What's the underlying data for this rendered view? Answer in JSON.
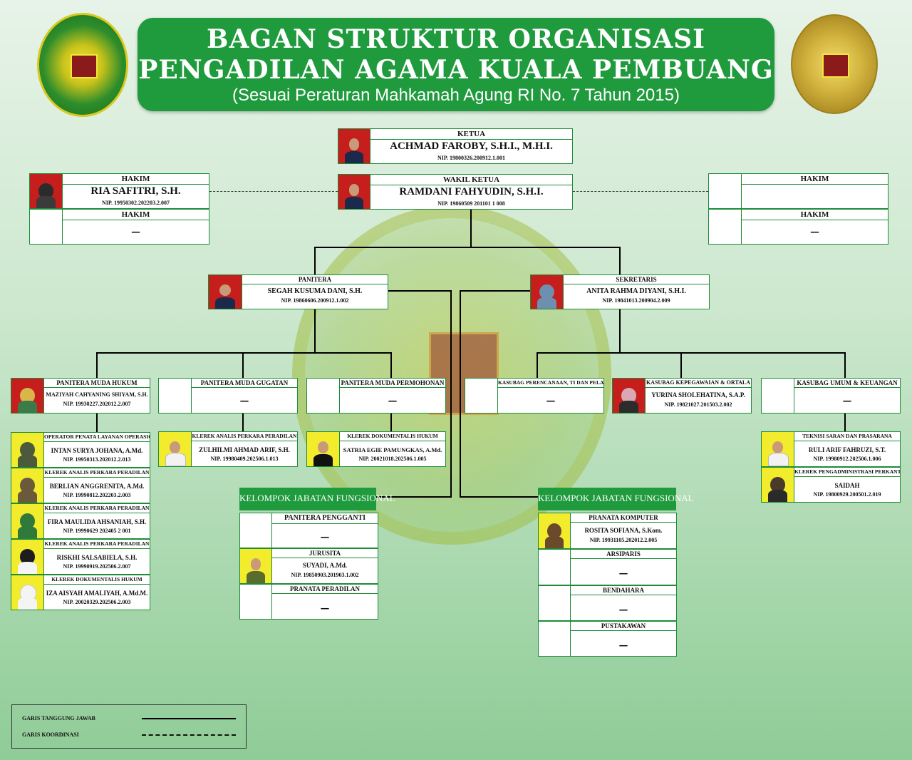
{
  "header": {
    "title_line1": "BAGAN STRUKTUR ORGANISASI",
    "title_line2": "PENGADILAN AGAMA KUALA PEMBUANG",
    "subtitle": "(Sesuai Peraturan Mahkamah Agung RI No. 7 Tahun 2015)"
  },
  "ketua": {
    "role": "KETUA",
    "name": "ACHMAD FAROBY, S.H.I., M.H.I.",
    "nip": "NIP. 19800326.200912.1.001"
  },
  "wakil": {
    "role": "WAKIL KETUA",
    "name": "RAMDANI FAHYUDIN, S.H.I.",
    "nip": "NIP. 19860509 201101 1 008"
  },
  "hakim_left": [
    {
      "role": "HAKIM",
      "name": "RIA SAFITRI, S.H.",
      "nip": "NIP. 19950302.202203.2.007"
    },
    {
      "role": "HAKIM",
      "name": "–"
    }
  ],
  "hakim_right": [
    {
      "role": "HAKIM",
      "name": ""
    },
    {
      "role": "HAKIM",
      "name": "–"
    }
  ],
  "panitera": {
    "role": "PANITERA",
    "name": "SEGAH KUSUMA DANI, S.H.",
    "nip": "NIP. 19860606.200912.1.002"
  },
  "sekretaris": {
    "role": "SEKRETARIS",
    "name": "ANITA RAHMA DIYANI, S.H.I.",
    "nip": "NIP. 19841013.200904.2.009"
  },
  "pm_hukum": {
    "role": "PANITERA MUDA HUKUM",
    "name": "MAZIYAH CAHYANING SHIYAM, S.H.",
    "nip": "NIP. 19930227.202012.2.007"
  },
  "pm_gugatan": {
    "role": "PANITERA MUDA GUGATAN",
    "name": "–"
  },
  "pm_permohonan": {
    "role": "PANITERA MUDA PERMOHONAN",
    "name": "–"
  },
  "kasubag_ptip": {
    "role": "KASUBAG PERENCANAAN, TI DAN PELAPORAN",
    "name": "–"
  },
  "kasubag_kepeg": {
    "role": "KASUBAG KEPEGAWAIAN & ORTALA",
    "name": "YURINA SHOLEHATINA, S.A.P.",
    "nip": "NIP. 19821027.201503.2.002"
  },
  "kasubag_umum": {
    "role": "KASUBAG UMUM & KEUANGAN",
    "name": "–"
  },
  "staff_hukum": [
    {
      "role": "OPERATOR PENATA LAYANAN OPERASIONAL",
      "name": "INTAN SURYA JOHANA, A.Md.",
      "nip": "NIP. 19950313.202012.2.013"
    },
    {
      "role": "KLEREK ANALIS PERKARA PERADILAN",
      "name": "BERLIAN ANGGRENITA, A.Md.",
      "nip": "NIP. 19990812.202203.2.003"
    },
    {
      "role": "KLEREK ANALIS PERKARA PERADILAN",
      "name": "FIRA MAULIDA AHSANIAH, S.H.",
      "nip": "NIP. 19990629 202405 2 001"
    },
    {
      "role": "KLEREK ANALIS PERKARA PERADILAN",
      "name": "RISKHI SALSABIELA, S.H.",
      "nip": "NIP. 19990919.202506.2.007"
    },
    {
      "role": "KLEREK DOKUMENTALIS HUKUM",
      "name": "IZA AISYAH AMALIYAH, A.Md.M.",
      "nip": "NIP. 20020329.202506.2.003"
    }
  ],
  "staff_gugatan": {
    "role": "KLEREK ANALIS PERKARA PERADILAN",
    "name": "ZULHILMI AHMAD ARIF, S.H.",
    "nip": "NIP. 19980409.202506.1.013"
  },
  "staff_permohonan": {
    "role": "KLEREK DOKUMENTALIS HUKUM",
    "name": "SATRIA EGIE PAMUNGKAS, A.Md.",
    "nip": "NIP. 20021018.202506.1.005"
  },
  "staff_umum": [
    {
      "role": "TEKNISI SARAN DAN PRASARANA",
      "name": "RULI ARIF FAHRUZI, S.T.",
      "nip": "NIP. 19980912.202506.1.006"
    },
    {
      "role": "KLEREK PENGADMINISTRASI PERKANTORAN",
      "name": "SAIDAH",
      "nip": "NIP. 19800929.200501.2.019"
    }
  ],
  "kjf_left": {
    "label": "KELOMPOK JABATAN FUNGSIONAL",
    "items": [
      {
        "role": "PANITERA PENGGANTI",
        "name": "–"
      },
      {
        "role": "JURUSITA",
        "name": "SUYADI, A.Md.",
        "nip": "NIP. 19850903.201903.1.002"
      },
      {
        "role": "PRANATA PERADILAN",
        "name": "–"
      }
    ]
  },
  "kjf_right": {
    "label": "KELOMPOK JABATAN FUNGSIONAL",
    "items": [
      {
        "role": "PRANATA KOMPUTER",
        "name": "ROSITA SOFIANA, S.Kom.",
        "nip": "NIP. 19931105.202012.2.005"
      },
      {
        "role": "ARSIPARIS",
        "name": "–"
      },
      {
        "role": "BENDAHARA",
        "name": "–"
      },
      {
        "role": "PUSTAKAWAN",
        "name": "–"
      }
    ]
  },
  "legend": {
    "solid": "GARIS TANGGUNG JAWAB",
    "dashed": "GARIS KOORDINASI"
  },
  "colors": {
    "header_green": "#1f9a3d",
    "border_green": "#1c8c36",
    "photo_red": "#c61d1d",
    "photo_yellow": "#f2ec2c"
  }
}
